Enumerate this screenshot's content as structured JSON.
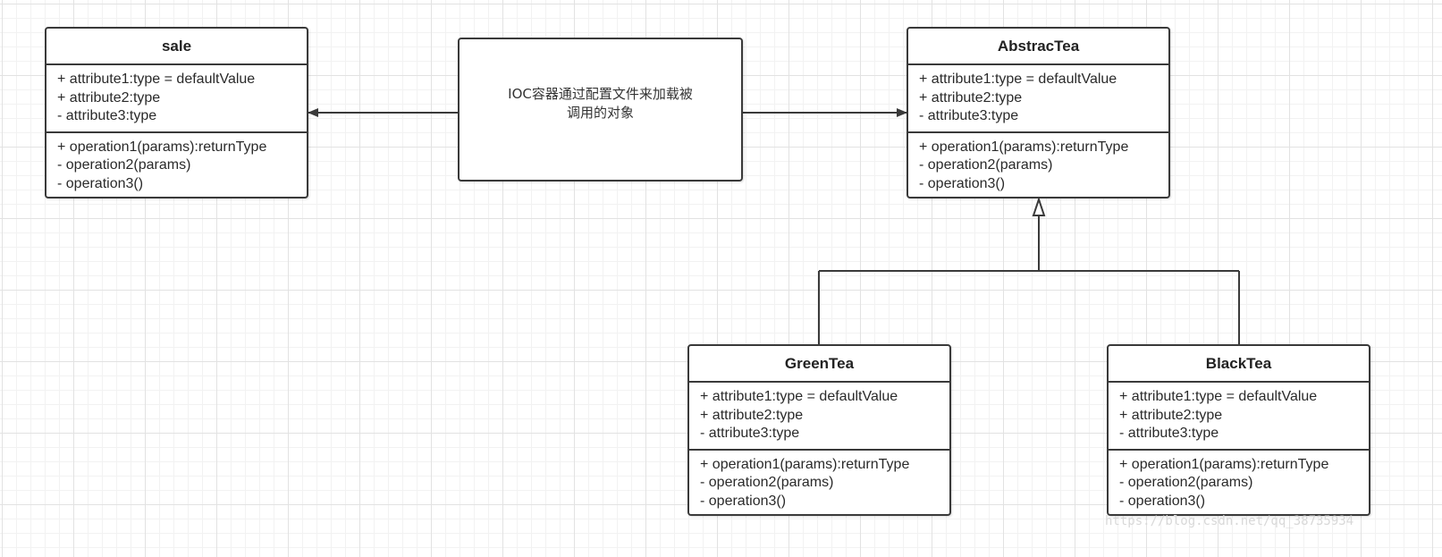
{
  "classes": {
    "sale": {
      "name": "sale",
      "attributes": [
        "+ attribute1:type = defaultValue",
        "+ attribute2:type",
        "- attribute3:type"
      ],
      "operations": [
        "+ operation1(params):returnType",
        "- operation2(params)",
        "- operation3()"
      ]
    },
    "abstractea": {
      "name": "AbstracTea",
      "attributes": [
        "+ attribute1:type = defaultValue",
        "+ attribute2:type",
        "- attribute3:type"
      ],
      "operations": [
        "+ operation1(params):returnType",
        "- operation2(params)",
        "- operation3()"
      ]
    },
    "greentea": {
      "name": "GreenTea",
      "attributes": [
        "+ attribute1:type = defaultValue",
        "+ attribute2:type",
        "- attribute3:type"
      ],
      "operations": [
        "+ operation1(params):returnType",
        "- operation2(params)",
        "- operation3()"
      ]
    },
    "blacktea": {
      "name": "BlackTea",
      "attributes": [
        "+ attribute1:type = defaultValue",
        "+ attribute2:type",
        "- attribute3:type"
      ],
      "operations": [
        "+ operation1(params):returnType",
        "- operation2(params)",
        "- operation3()"
      ]
    }
  },
  "note": {
    "text": "IOC容器通过配置文件来加载被调用的对象"
  },
  "watermark": "https://blog.csdn.net/qq_38735934",
  "colors": {
    "stroke": "#3a3a3a",
    "grid": "#e2e2e2"
  }
}
